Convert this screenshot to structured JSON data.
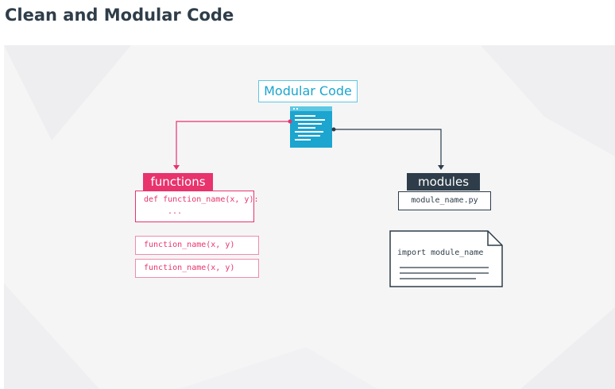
{
  "page": {
    "title": "Clean and Modular Code"
  },
  "diagram": {
    "center": {
      "label": "Modular Code",
      "icon": "code-document-icon"
    },
    "functions": {
      "label": "functions",
      "definition": "def function_name(x, y):",
      "body": "...",
      "calls": [
        "function_name(x, y)",
        "function_name(x, y)"
      ]
    },
    "modules": {
      "label": "modules",
      "file": "module_name.py",
      "import_statement": "import module_name",
      "icon": "document-icon"
    }
  },
  "colors": {
    "accent_cyan": "#1ba5cf",
    "functions_pink": "#e8336d",
    "modules_dark": "#2e3d49"
  }
}
